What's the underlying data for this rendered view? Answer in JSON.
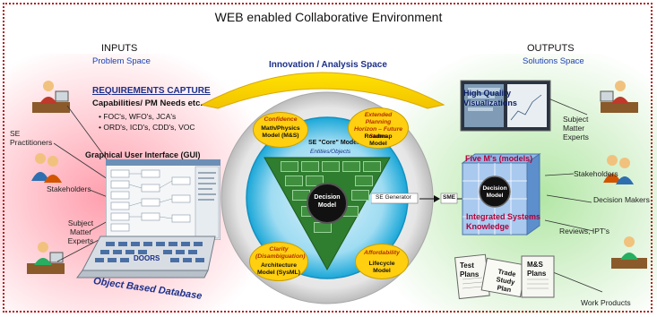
{
  "title": "WEB enabled Collaborative Environment",
  "inputs": {
    "heading": "INPUTS",
    "subheading": "Problem Space",
    "requirements": {
      "heading": "REQUIREMENTS CAPTURE",
      "capabilities": "Capabilities/ PM Needs etc.",
      "bullets": [
        "FOC's, WFO's, JCA's",
        "ORD's, ICD's, CDD's, VOC"
      ]
    },
    "roles": [
      "SE Practitioners",
      "Stakeholders",
      "Subject Matter Experts"
    ],
    "gui_label": "Graphical User Interface (GUI)",
    "doors_label": "DOORS",
    "database_label": "Object Based Database"
  },
  "center": {
    "arc_label": "Innovation / Analysis Space",
    "ellipses": {
      "top_left": {
        "italic": "Confidence",
        "title": "Math/Physics Model (M&S)"
      },
      "top_right": {
        "italic": "Extended Planning Horizon – Future States",
        "title": "Roadmap Model"
      },
      "bottom_left": {
        "italic": "Clarity (Disambiguation)",
        "title": "Architecture Model (SysML)"
      },
      "bottom_right": {
        "italic": "Affordability",
        "title": "Lifecycle Model"
      }
    },
    "core_label": "SE \"Core\" Model",
    "core_sublabel": "Entities/Objects",
    "decision_model": "Decision Model",
    "generator": "SE Generator",
    "sme": "SME"
  },
  "outputs": {
    "heading": "OUTPUTS",
    "subheading": "Solutions Space",
    "visualization": "High Quality Visualizations",
    "five_ms": "Five M's (models)",
    "decision_model": "Decision Model",
    "knowledge": "Integrated Systems Knowledge",
    "roles": [
      "Subject Matter Experts",
      "Stakeholders",
      "Decision Makers",
      "Reviews, IPT's"
    ],
    "docs": [
      "Test Plans",
      "Trade Study Plan",
      "M&S Plans"
    ],
    "work_products": "Work Products"
  },
  "colors": {
    "frame": "#b02020",
    "accent_blue": "#1b2f8a",
    "link_blue": "#1a3fb0",
    "ellipse_yellow": "#ffcf10",
    "triangle_green": "#2f7d2f",
    "circle_cyan": "#1aa7d8",
    "left_glow": "#ff8fa0",
    "right_glow": "#a9e39a"
  }
}
